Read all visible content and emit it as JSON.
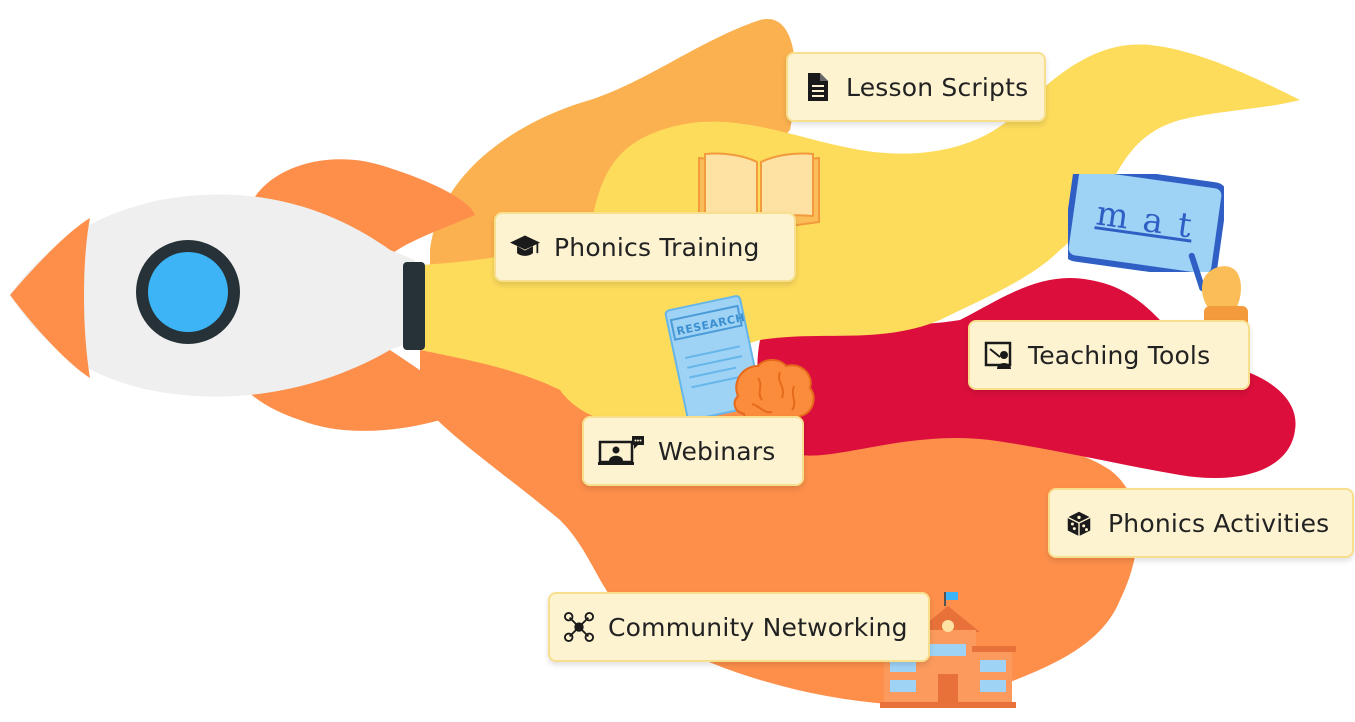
{
  "features": [
    {
      "id": "lesson-scripts",
      "label": "Lesson Scripts",
      "icon": "document-icon"
    },
    {
      "id": "phonics-training",
      "label": "Phonics Training",
      "icon": "graduation-cap-icon"
    },
    {
      "id": "teaching-tools",
      "label": "Teaching Tools",
      "icon": "whiteboard-teacher-icon"
    },
    {
      "id": "webinars",
      "label": "Webinars",
      "icon": "video-call-icon"
    },
    {
      "id": "phonics-activities",
      "label": "Phonics Activities",
      "icon": "dice-icon"
    },
    {
      "id": "community-networking",
      "label": "Community Networking",
      "icon": "network-icon"
    }
  ],
  "illustrations": {
    "whiteboard_word": "m a t",
    "research_paper_title": "RESEARCH"
  },
  "colors": {
    "yellow": "#fddc5c",
    "light_orange": "#fbb14f",
    "orange": "#fd8f4b",
    "red": "#dc0f3c",
    "rocket_body": "#efefef",
    "rocket_window": "#3db4f5",
    "rocket_dark": "#263238",
    "label_bg": "#fdf3d1",
    "label_border": "#f7df8d"
  }
}
